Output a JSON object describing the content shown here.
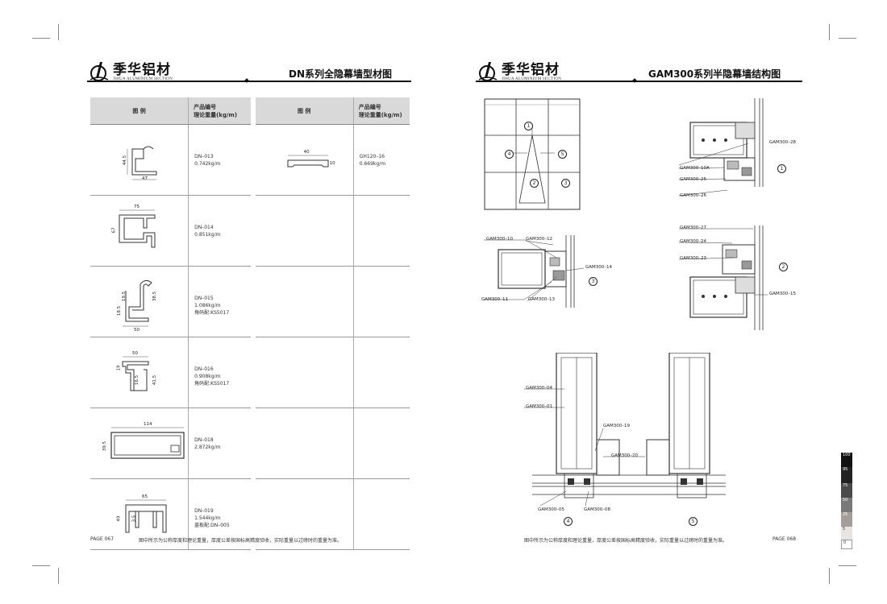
{
  "left_page": {
    "brand_cn": "季华铝材",
    "brand_en": "JIHUA ALUMINIUM SECTION",
    "title": "DN系列全隐幕墙型材图",
    "table_headers": {
      "legend": "图 例",
      "code_line1": "产品编号",
      "code_line2": "理论重量(kg/m)"
    },
    "left_rows": [
      {
        "info": "DN–013\n0.742kg/m"
      },
      {
        "info": "DN–014\n0.851kg/m"
      },
      {
        "info": "DN–015\n1.086kg/m\n角码配:KS5017"
      },
      {
        "info": "DN–016\n0.908kg/m\n角码配:KS5017"
      },
      {
        "info": "DN–018\n2.872kg/m"
      },
      {
        "info": "DN–019\n1.544kg/m\n盖板配:DN–005"
      }
    ],
    "right_rows": [
      {
        "info": "GH120–16\n0.669kg/m"
      },
      {
        "info": ""
      },
      {
        "info": ""
      },
      {
        "info": ""
      },
      {
        "info": ""
      },
      {
        "info": ""
      }
    ],
    "dims": {
      "d013a": "44.5",
      "d013b": "47",
      "d014a": "75",
      "d014b": "67",
      "d015a": "19.5",
      "d015b": "38.5",
      "d015c": "18.5",
      "d015d": "50",
      "d016a": "50",
      "d016b": "16.5",
      "d016c": "41.5",
      "d016d": "19",
      "d018a": "114",
      "d018b": "39.5",
      "d019a": "65",
      "d019b": "49",
      "d019c": "3.5",
      "dgh_a": "40",
      "dgh_b": "10"
    },
    "page_no": "PAGE 067",
    "footer_note": "图中所示为公称厚度和理论重量，厚度公差按国标高精度验收，实际重量以过磅时的重量为准。"
  },
  "right_page": {
    "brand_cn": "季华铝材",
    "brand_en": "JIHUA ALUMINIUM SECTION",
    "title": "GAM300系列半隐幕墙结构图",
    "labels": {
      "l28": "GAM300–28",
      "l10a": "GAM300–10A",
      "l25": "GAM300–25",
      "l26": "GAM300–26",
      "l10": "GAM300–10",
      "l12": "GAM300–12",
      "l14": "GAM300–14",
      "l11": "GAM300–11",
      "l13": "GAM300–13",
      "l27": "GAM300–27",
      "l24": "GAM300–24",
      "l23": "GAM300–23",
      "l15": "GAM300–15",
      "l04": "GAM300–04",
      "l01": "GAM300–01",
      "l19": "GAM300–19",
      "l20": "GAM300–20",
      "l05": "GAM300–05",
      "l08": "GAM300–08"
    },
    "circles": [
      "1",
      "2",
      "3",
      "4",
      "5"
    ],
    "page_no": "PAGE 068",
    "footer_note": "图中所示为公称厚度和理论重量，厚度公差按国标高精度验收，实际重量以过磅时的重量为准。"
  },
  "color_bar": [
    {
      "label": "100",
      "color": "#111111"
    },
    {
      "label": "95",
      "color": "#222222"
    },
    {
      "label": "75",
      "color": "#4a4a4a"
    },
    {
      "label": "50",
      "color": "#7a7a7a"
    },
    {
      "label": "25",
      "color": "#a59d99"
    },
    {
      "label": "5",
      "color": "#e8e4e2"
    },
    {
      "label": "0",
      "color": "#ffffff"
    }
  ]
}
